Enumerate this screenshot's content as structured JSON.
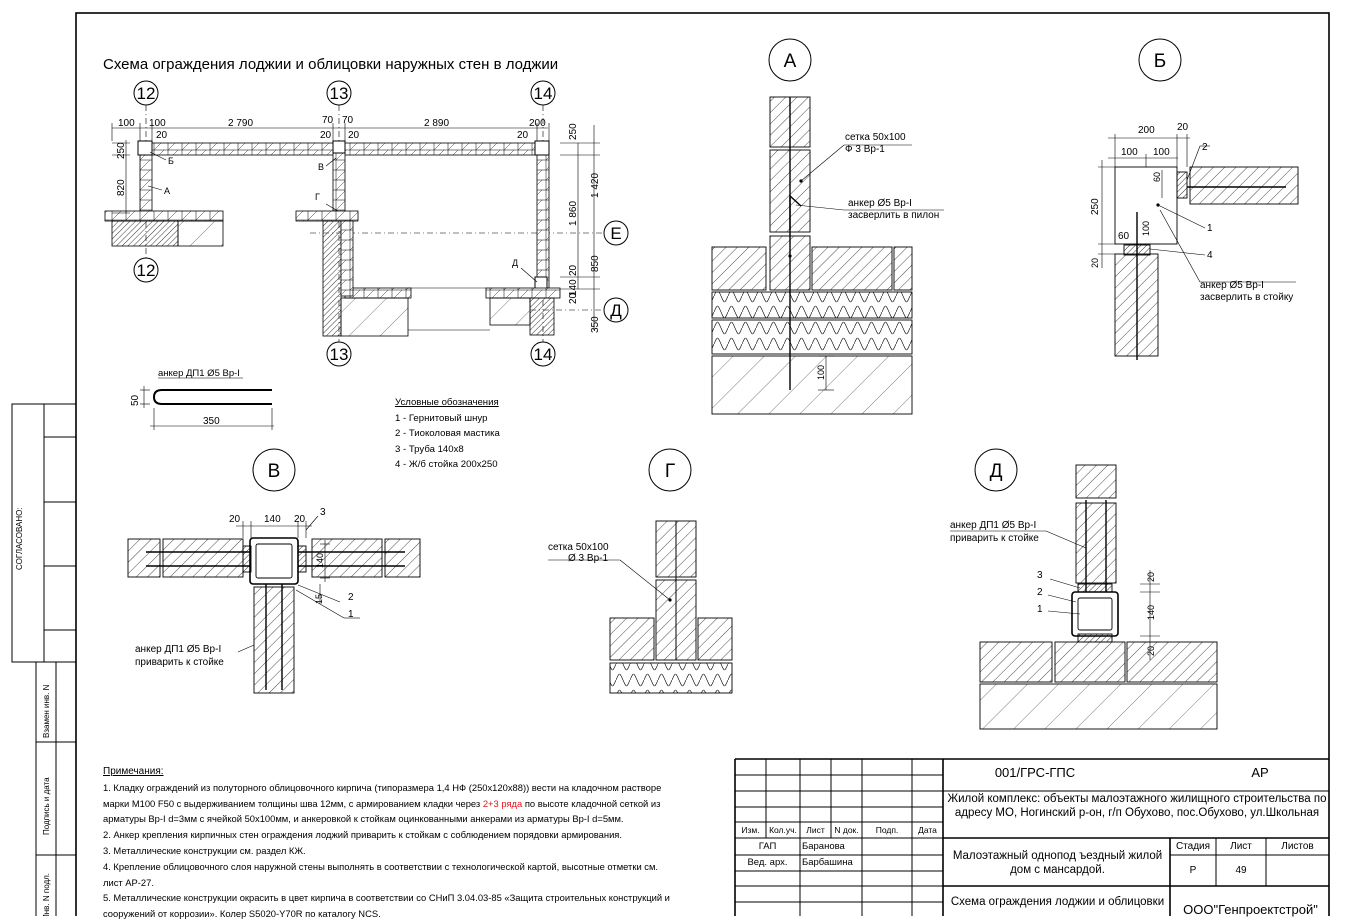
{
  "title": "Схема ограждения лоджии и облицовки наружных стен в лоджии",
  "axes": {
    "a12": "12",
    "a13": "13",
    "a14": "14",
    "aE": "Е",
    "aD": "Д"
  },
  "plan_dims": {
    "top": [
      "100",
      "100",
      "2 790",
      "70",
      "70",
      "2 890",
      "200"
    ],
    "second": [
      "20",
      "20",
      "20",
      "20"
    ],
    "left": [
      "250",
      "820"
    ],
    "right": [
      "250",
      "1 420",
      "1 860",
      "850",
      "20",
      "140",
      "20",
      "350"
    ]
  },
  "plan_markers": [
    "Б",
    "А",
    "В",
    "Г",
    "Д"
  ],
  "anchor_detail": {
    "label": "анкер ДП1 Ø5 Вр-I",
    "dim_h": "50",
    "dim_w": "350"
  },
  "legend": {
    "header": "Условные обозначения",
    "items": [
      "1 - Гернитовый шнур",
      "2 - Тиоколовая мастика",
      "3 - Труба 140х8",
      "4 - Ж/б стойка 200х250"
    ]
  },
  "sections": {
    "A": {
      "id": "А",
      "mesh": "сетка 50х100",
      "mesh2": "Ф  3 Вр-1",
      "anchor": "анкер Ø5 Вр-I",
      "anchor2": "засверлить в пилон",
      "dim": "100"
    },
    "B": {
      "id": "Б",
      "dims": [
        "200",
        "20",
        "100",
        "100",
        "60",
        "250",
        "60",
        "100",
        "20"
      ],
      "callouts": [
        "2",
        "1",
        "4"
      ],
      "anchor": "анкер Ø5 Вр-I",
      "anchor2": "засверлить в стойку"
    },
    "V": {
      "id": "В",
      "dims": [
        "20",
        "140",
        "20",
        "3",
        "140",
        "15",
        "2",
        "1"
      ],
      "anchor": "анкер ДП1 Ø5 Вр-I",
      "anchor2": "приварить к стойке"
    },
    "G": {
      "id": "Г",
      "mesh": "сетка 50х100",
      "mesh2": "Ø 3 Вр-1"
    },
    "D": {
      "id": "Д",
      "anchor": "анкер ДП1 Ø5 Вр-I",
      "anchor2": "приварить к стойке",
      "callouts": [
        "3",
        "2",
        "1"
      ],
      "dims": [
        "20",
        "140",
        "20"
      ]
    }
  },
  "notes": {
    "header": "Примечания:",
    "n1a": "1. Кладку ограждений из полуторного облицовочного кирпича (типоразмера 1,4 НФ (250х120х88)) вести на кладочном растворе",
    "n1b": "марки М100 F50 с выдерживанием толщины шва 12мм, с армированием кладки через ",
    "n1red": "2+3 ряда",
    "n1c": " по высоте кладочной сеткой из",
    "n1d": "арматуры Вр-I d=3мм с ячейкой 50х100мм, и анкеровкой к стойкам оцинкованными анкерами из арматуры Вр-I d=5мм.",
    "n2": "2. Анкер крепления кирпичных стен ограждения лоджий приварить к стойкам с соблюдением порядовки армирования.",
    "n3": "3. Металлические конструкции см. раздел КЖ.",
    "n4a": "4. Крепление облицовочного слоя наружной стены выполнять в соответствии с технологической картой, высотные отметки см.",
    "n4b": "лист АР-27.",
    "n5a": "5. Металлические конструкции окрасить в цвет кирпича в соответствии со СНиП 3.04.03-85 «Защита строительных конструкций и",
    "n5b": "сооружений от коррозии». Колер S5020-Y70R по каталогу NCS."
  },
  "side_stamp": {
    "agreed": "СОГЛАСОВАНО:",
    "replace": "Взамен инв. N",
    "sign": "Подпись и дата",
    "inv": "Инв. N подл."
  },
  "title_block": {
    "code": "001/ГРС-ГПС",
    "stage_code": "АР",
    "project": "Жилой комплекс: объекты малоэтажного жилищного строительства по адресу МО, Ногинский р-он, г/п Обухово, пос.Обухово, ул.Школьная",
    "cols": [
      "Изм.",
      "Кол.уч.",
      "Лист",
      "N док.",
      "Подп.",
      "Дата"
    ],
    "roles": [
      {
        "role": "ГАП",
        "name": "Баранова"
      },
      {
        "role": "Вед. арх.",
        "name": "Барбашина"
      }
    ],
    "building": "Малоэтажный однопод ъездный жилой дом с мансардой.",
    "stage_h": "Стадия",
    "sheet_h": "Лист",
    "sheets_h": "Листов",
    "stage": "Р",
    "sheet": "49",
    "sheet_title": "Схема ограждения лоджии и облицовки",
    "company": "ООО\"Генпроектстрой\""
  }
}
